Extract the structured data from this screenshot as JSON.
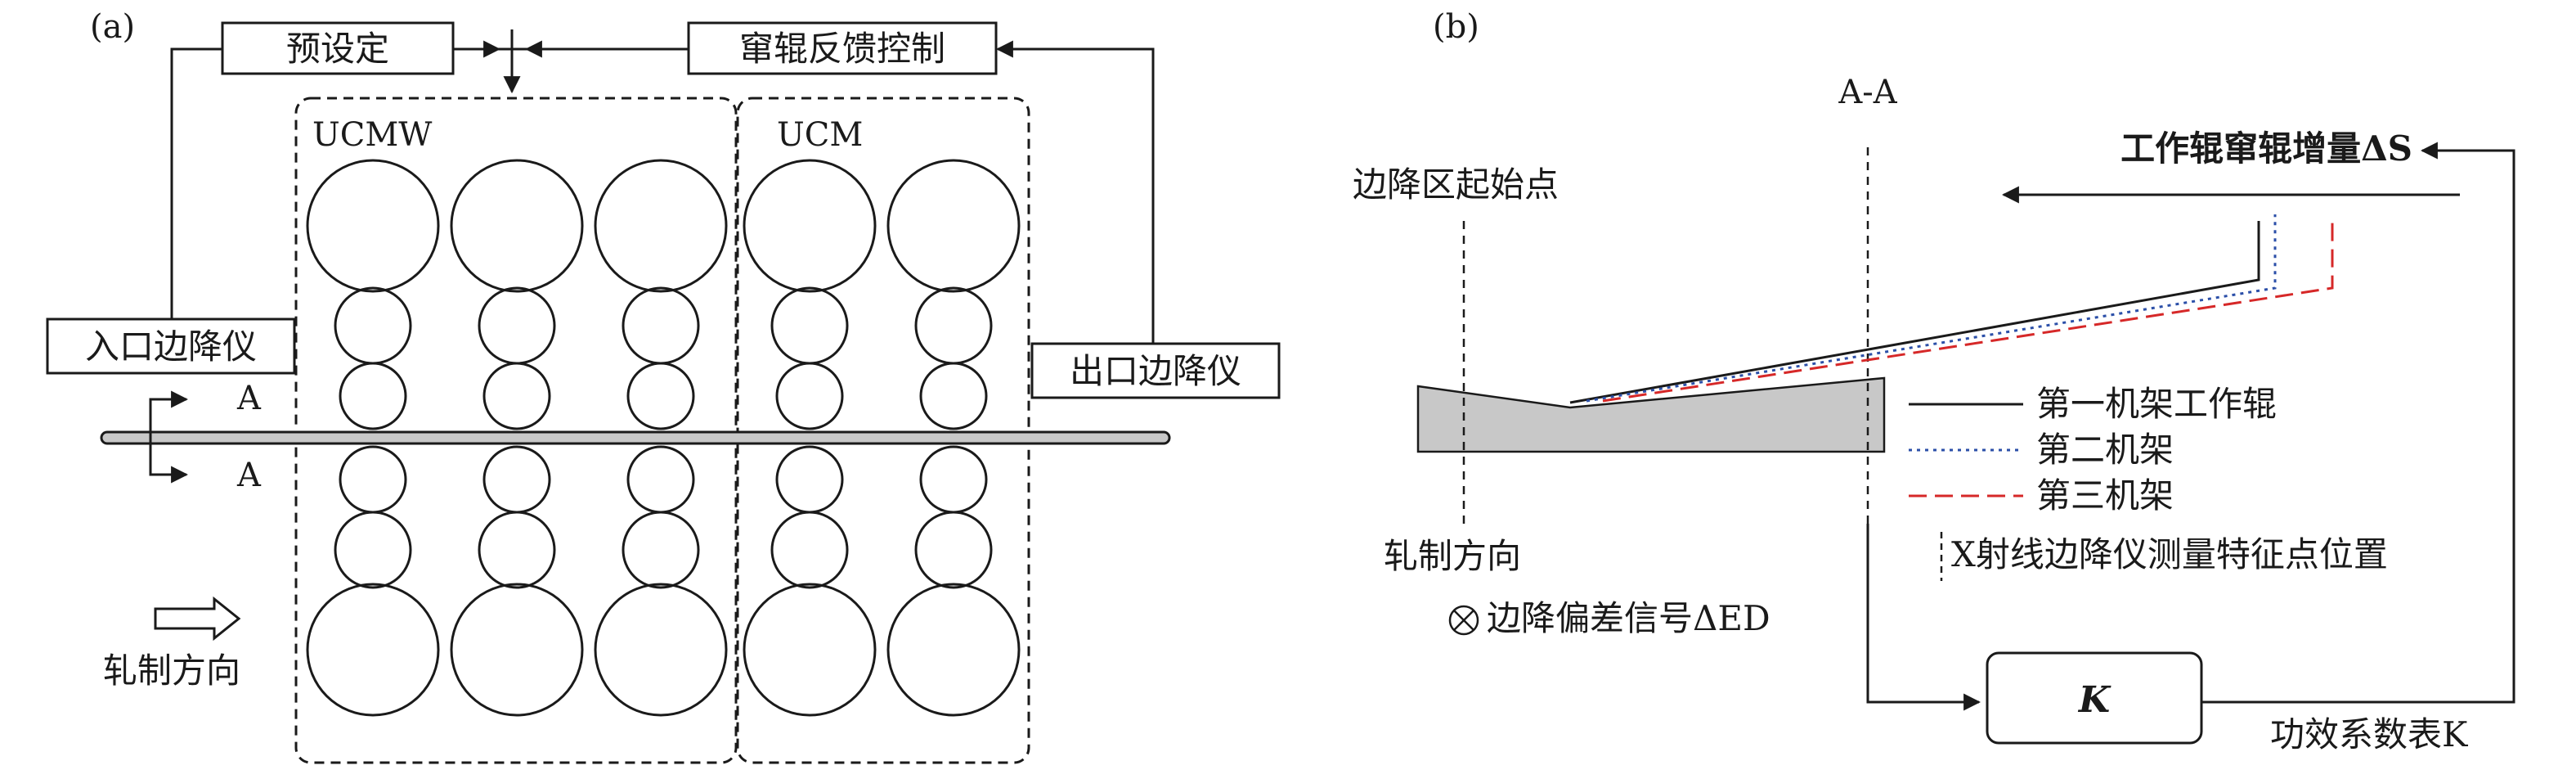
{
  "panel_a": {
    "label": "(a)",
    "preset": "预设定",
    "gap_feedback": "窜辊反馈控制",
    "group_ucmw": "UCMW",
    "group_ucm": "UCM",
    "entry_gauge": "入口边降仪",
    "exit_gauge": "出口边降仪",
    "section_upper": "A",
    "section_lower": "A",
    "rolling_direction": "轧制方向"
  },
  "panel_b": {
    "label": "(b)",
    "section_aa": "A-A",
    "edge_drop_start": "边降区起始点",
    "work_roll_shift": "工作辊窜辊增量ΔS",
    "legend": {
      "stand1": "第一机架工作辊",
      "stand2": "第二机架",
      "stand3": "第三机架",
      "measure_point": "X射线边降仪测量特征点位置"
    },
    "rolling_direction": "轧制方向",
    "edge_drop_signal": "边降偏差信号ΔED",
    "k_box": "K",
    "efficiency_table": "功效系数表K"
  },
  "colors": {
    "ink": "#1a1a1a",
    "strip_fill": "#c8c8c8",
    "stand2_dotted": "#2b4fa8",
    "stand3_dashed": "#d62828"
  }
}
